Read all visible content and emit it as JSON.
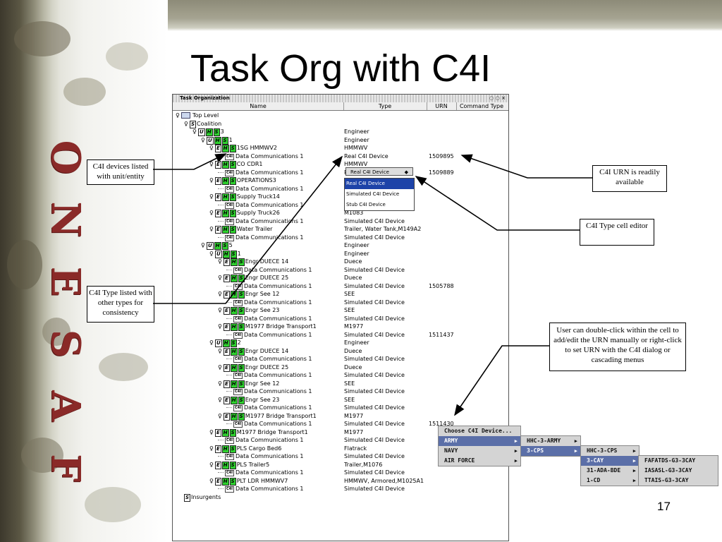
{
  "slide": {
    "title": "Task Org with C4I",
    "page_number": "17",
    "logo_letters": [
      "O",
      "N",
      "E",
      "S",
      "A",
      "F"
    ]
  },
  "window": {
    "title": "Task Organization",
    "columns": [
      "Name",
      "Type",
      "URN",
      "Command Type"
    ]
  },
  "rows": [
    {
      "name": "Top Level",
      "type": "",
      "urn": "",
      "badges": "folder",
      "indent": 0
    },
    {
      "name": "Coalition",
      "type": "",
      "urn": "",
      "badges": "S",
      "indent": 1
    },
    {
      "name": "3",
      "type": "Engineer",
      "urn": "",
      "badges": "UHS",
      "indent": 2
    },
    {
      "name": "1",
      "type": "Engineer",
      "urn": "",
      "badges": "UHS",
      "indent": 3
    },
    {
      "name": "1SG HMMWV2",
      "type": "HMMWV",
      "urn": "",
      "badges": "EHS",
      "indent": 4
    },
    {
      "name": "Data Communications 1",
      "type": "Real C4I Device",
      "urn": "1509895",
      "badges": "C4I",
      "indent": 5
    },
    {
      "name": "CO CDR1",
      "type": "HMMWV",
      "urn": "",
      "badges": "EHS",
      "indent": 4
    },
    {
      "name": "Data Communications 1",
      "type": "Real C4I Device",
      "urn": "1509889",
      "badges": "C4I",
      "indent": 5
    },
    {
      "name": "OPERATIONS3",
      "type": "",
      "urn": "",
      "badges": "EHS",
      "indent": 4
    },
    {
      "name": "Data Communications 1",
      "type": "",
      "urn": "",
      "badges": "C4I",
      "indent": 5
    },
    {
      "name": "Supply Truck14",
      "type": "",
      "urn": "",
      "badges": "EHS",
      "indent": 4
    },
    {
      "name": "Data Communications 1",
      "type": "",
      "urn": "",
      "badges": "C4I",
      "indent": 5
    },
    {
      "name": "Supply Truck26",
      "type": "M1083",
      "urn": "",
      "badges": "EHS",
      "indent": 4
    },
    {
      "name": "Data Communications 1",
      "type": "Simulated C4I Device",
      "urn": "",
      "badges": "C4I",
      "indent": 5
    },
    {
      "name": "Water Trailer",
      "type": "Trailer, Water Tank,M149A2",
      "urn": "",
      "badges": "EHS",
      "indent": 4
    },
    {
      "name": "Data Communications 1",
      "type": "Simulated C4I Device",
      "urn": "",
      "badges": "C4I",
      "indent": 5
    },
    {
      "name": "5",
      "type": "Engineer",
      "urn": "",
      "badges": "UHS",
      "indent": 3
    },
    {
      "name": "1",
      "type": "Engineer",
      "urn": "",
      "badges": "UHS",
      "indent": 4
    },
    {
      "name": "Engr DUECE 14",
      "type": "Duece",
      "urn": "",
      "badges": "EHS",
      "indent": 5
    },
    {
      "name": "Data Communications 1",
      "type": "Simulated C4I Device",
      "urn": "",
      "badges": "C4I",
      "indent": 6
    },
    {
      "name": "Engr DUECE 25",
      "type": "Duece",
      "urn": "",
      "badges": "EHS",
      "indent": 5
    },
    {
      "name": "Data Communications 1",
      "type": "Simulated C4I Device",
      "urn": "1505788",
      "badges": "C4I",
      "indent": 6
    },
    {
      "name": "Engr See 12",
      "type": "SEE",
      "urn": "",
      "badges": "EHS",
      "indent": 5
    },
    {
      "name": "Data Communications 1",
      "type": "Simulated C4I Device",
      "urn": "",
      "badges": "C4I",
      "indent": 6
    },
    {
      "name": "Engr See 23",
      "type": "SEE",
      "urn": "",
      "badges": "EHS",
      "indent": 5
    },
    {
      "name": "Data Communications 1",
      "type": "Simulated C4I Device",
      "urn": "",
      "badges": "C4I",
      "indent": 6
    },
    {
      "name": "M1977 Bridge Transport1",
      "type": "M1977",
      "urn": "",
      "badges": "EHS",
      "indent": 5
    },
    {
      "name": "Data Communications 1",
      "type": "Simulated C4I Device",
      "urn": "1511437",
      "badges": "C4I",
      "indent": 6
    },
    {
      "name": "2",
      "type": "Engineer",
      "urn": "",
      "badges": "UHS",
      "indent": 4
    },
    {
      "name": "Engr DUECE 14",
      "type": "Duece",
      "urn": "",
      "badges": "EHS",
      "indent": 5
    },
    {
      "name": "Data Communications 1",
      "type": "Simulated C4I Device",
      "urn": "",
      "badges": "C4I",
      "indent": 6
    },
    {
      "name": "Engr DUECE 25",
      "type": "Duece",
      "urn": "",
      "badges": "EHS",
      "indent": 5
    },
    {
      "name": "Data Communications 1",
      "type": "Simulated C4I Device",
      "urn": "",
      "badges": "C4I",
      "indent": 6
    },
    {
      "name": "Engr See 12",
      "type": "SEE",
      "urn": "",
      "badges": "EHS",
      "indent": 5
    },
    {
      "name": "Data Communications 1",
      "type": "Simulated C4I Device",
      "urn": "",
      "badges": "C4I",
      "indent": 6
    },
    {
      "name": "Engr See 23",
      "type": "SEE",
      "urn": "",
      "badges": "EHS",
      "indent": 5
    },
    {
      "name": "Data Communications 1",
      "type": "Simulated C4I Device",
      "urn": "",
      "badges": "C4I",
      "indent": 6
    },
    {
      "name": "M1977 Bridge Transport1",
      "type": "M1977",
      "urn": "",
      "badges": "EHS",
      "indent": 5
    },
    {
      "name": "Data Communications 1",
      "type": "Simulated C4I Device",
      "urn": "1511430",
      "badges": "C4I",
      "indent": 6
    },
    {
      "name": "M1977 Bridge Transport1",
      "type": "M1977",
      "urn": "",
      "badges": "EHS",
      "indent": 4
    },
    {
      "name": "Data Communications 1",
      "type": "Simulated C4I Device",
      "urn": "",
      "badges": "C4I",
      "indent": 5
    },
    {
      "name": "PLS Cargo Bed6",
      "type": "Flatrack",
      "urn": "",
      "badges": "EHS",
      "indent": 4
    },
    {
      "name": "Data Communications 1",
      "type": "Simulated C4I Device",
      "urn": "",
      "badges": "C4I",
      "indent": 5
    },
    {
      "name": "PLS Trailer5",
      "type": "Trailer,M1076",
      "urn": "",
      "badges": "EHS",
      "indent": 4
    },
    {
      "name": "Data Communications 1",
      "type": "Simulated C4I Device",
      "urn": "",
      "badges": "C4I",
      "indent": 5
    },
    {
      "name": "PLT LDR HMMWV7",
      "type": "HMMWV, Armored,M1025A1",
      "urn": "",
      "badges": "EHS",
      "indent": 4
    },
    {
      "name": "Data Communications 1",
      "type": "Simulated C4I Device",
      "urn": "",
      "badges": "C4I",
      "indent": 5
    },
    {
      "name": "Insurgents",
      "type": "",
      "urn": "",
      "badges": "S",
      "indent": 1
    }
  ],
  "combo": {
    "value": "Real C4I Device",
    "options": [
      "Real C4I Device",
      "Simulated C4I Device",
      "Stub C4I Device"
    ]
  },
  "menus": {
    "header": "Choose C4I Device...",
    "level1": [
      "ARMY",
      "NAVY",
      "AIR FORCE"
    ],
    "level2": [
      "HHC-3-ARMY",
      "3-CPS"
    ],
    "level3": [
      "HHC-3-CPS",
      "3-CAY",
      "31-ADA-BDE",
      "1-CD"
    ],
    "level4": [
      "FAFATDS-G3-3CAY",
      "IASASL-G3-3CAY",
      "TTAIS-G3-3CAY"
    ]
  },
  "callouts": {
    "c4i_devices": "C4I devices listed with unit/entity",
    "c4i_type_listed": "C4I Type listed with other types for consistency",
    "urn_available": "C4I URN is readily available",
    "type_editor": "C4I Type cell editor",
    "double_click": "User can double-click within the cell to add/edit the URN manually or right-click to set URN with the C4I dialog or cascading menus"
  },
  "colors": {
    "badge_green": "#2ed12e",
    "logo": "#8a2a28",
    "menu_highlight": "#5b6fa8",
    "combo_selected": "#1d43a8"
  }
}
